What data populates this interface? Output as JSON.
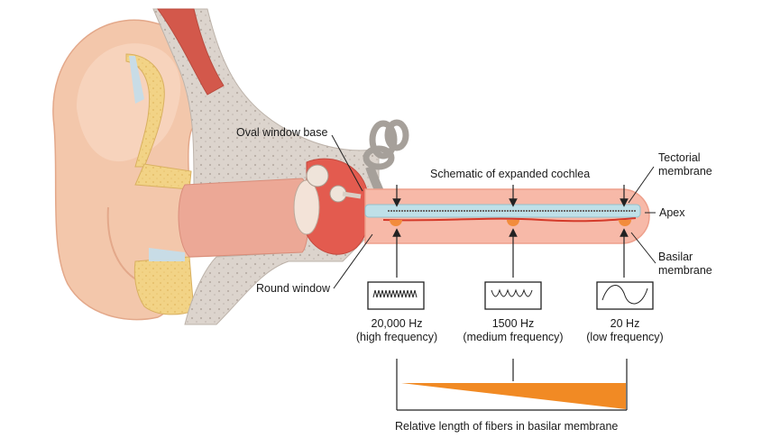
{
  "labels": {
    "oval_window": "Oval window base",
    "round_window": "Round window",
    "schematic_title": "Schematic of expanded cochlea",
    "tectorial_1": "Tectorial",
    "tectorial_2": "membrane",
    "apex": "Apex",
    "basilar_1": "Basilar",
    "basilar_2": "membrane",
    "freq_high_value": "20,000 Hz",
    "freq_high_desc": "(high frequency)",
    "freq_med_value": "1500 Hz",
    "freq_med_desc": "(medium frequency)",
    "freq_low_value": "20 Hz",
    "freq_low_desc": "(low frequency)",
    "fiber_caption": "Relative length of fibers in basilar membrane"
  },
  "colors": {
    "skin": "#f2c4a8",
    "skin_dark": "#e8a98a",
    "cartilage": "#f3d488",
    "bone": "#d9d2cb",
    "canal": "#ecaa97",
    "middle_ear": "#e35b4f",
    "cochlea_tube": "#f6b6a6",
    "wedge": "#f18a24",
    "membrane_teal": "#bfe0e8"
  }
}
